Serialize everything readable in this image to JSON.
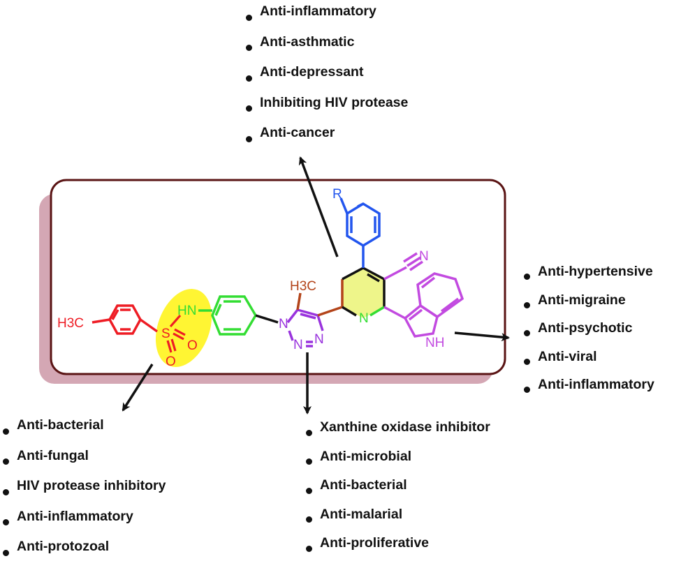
{
  "colors": {
    "frame": "#5a1414",
    "shadow": "#d4a7b4",
    "red": "#ee1c24",
    "green": "#33dd33",
    "blue": "#2255ee",
    "purple": "#9933dd",
    "brown": "#b3441a",
    "yellow": "#fff200",
    "pyridine_fill": "#eef58a",
    "magenta": "#c24ae0",
    "arrow": "#111111"
  },
  "molecule": {
    "tolyl_methyl": "H3C",
    "sulfonyl_S": "S",
    "sulfonyl_O1": "O",
    "sulfonyl_O2": "O",
    "amide_NH": "HN",
    "triazole_N1": "N",
    "triazole_N2": "N",
    "triazole_N3": "N",
    "triazole_methyl": "H3C",
    "phenyl_R": "R",
    "pyridine_N": "N",
    "nitrile_N": "N",
    "indole_NH": "NH"
  },
  "activities": {
    "top": [
      "Anti-inflammatory",
      "Anti-asthmatic",
      "Anti-depressant",
      "Inhibiting HIV protease",
      "Anti-cancer"
    ],
    "right": [
      "Anti-hypertensive",
      "Anti-migraine",
      "Anti-psychotic",
      "Anti-viral",
      "Anti-inflammatory"
    ],
    "bottom_left": [
      "Anti-bacterial",
      "Anti-fungal",
      "HIV protease inhibitory",
      "Anti-inflammatory",
      "Anti-protozoal"
    ],
    "bottom_center": [
      "Xanthine oxidase inhibitor",
      "Anti-microbial",
      "Anti-bacterial",
      "Anti-malarial",
      "Anti-proliferative"
    ]
  }
}
